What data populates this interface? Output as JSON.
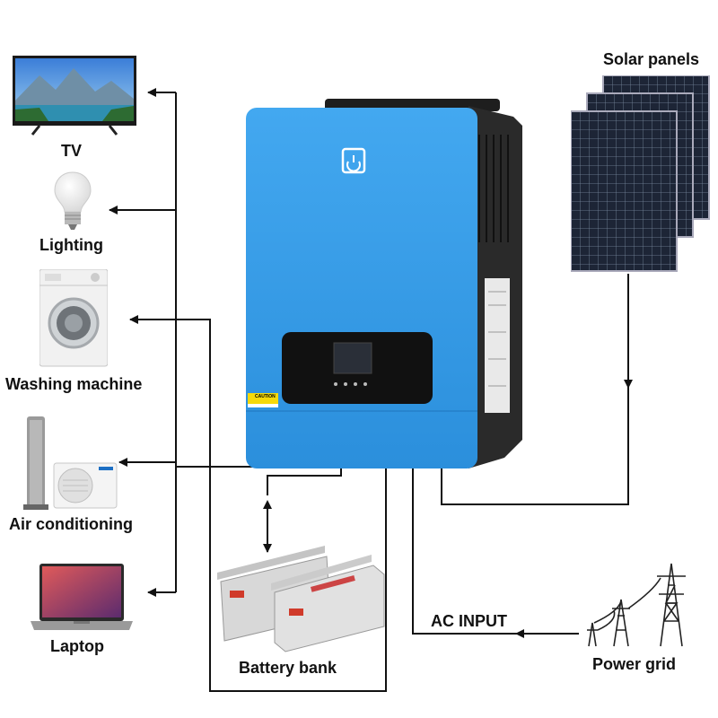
{
  "loads": {
    "tv": "TV",
    "lighting": "Lighting",
    "washing_machine": "Washing machine",
    "air_conditioning": "Air conditioning",
    "laptop": "Laptop"
  },
  "sources": {
    "solar_panels": "Solar panels",
    "power_grid": "Power grid",
    "battery_bank": "Battery bank"
  },
  "ac_input_label": "AC INPUT",
  "inverter": {
    "caution_label": "CAUTION",
    "color": "#3aa0ea"
  }
}
